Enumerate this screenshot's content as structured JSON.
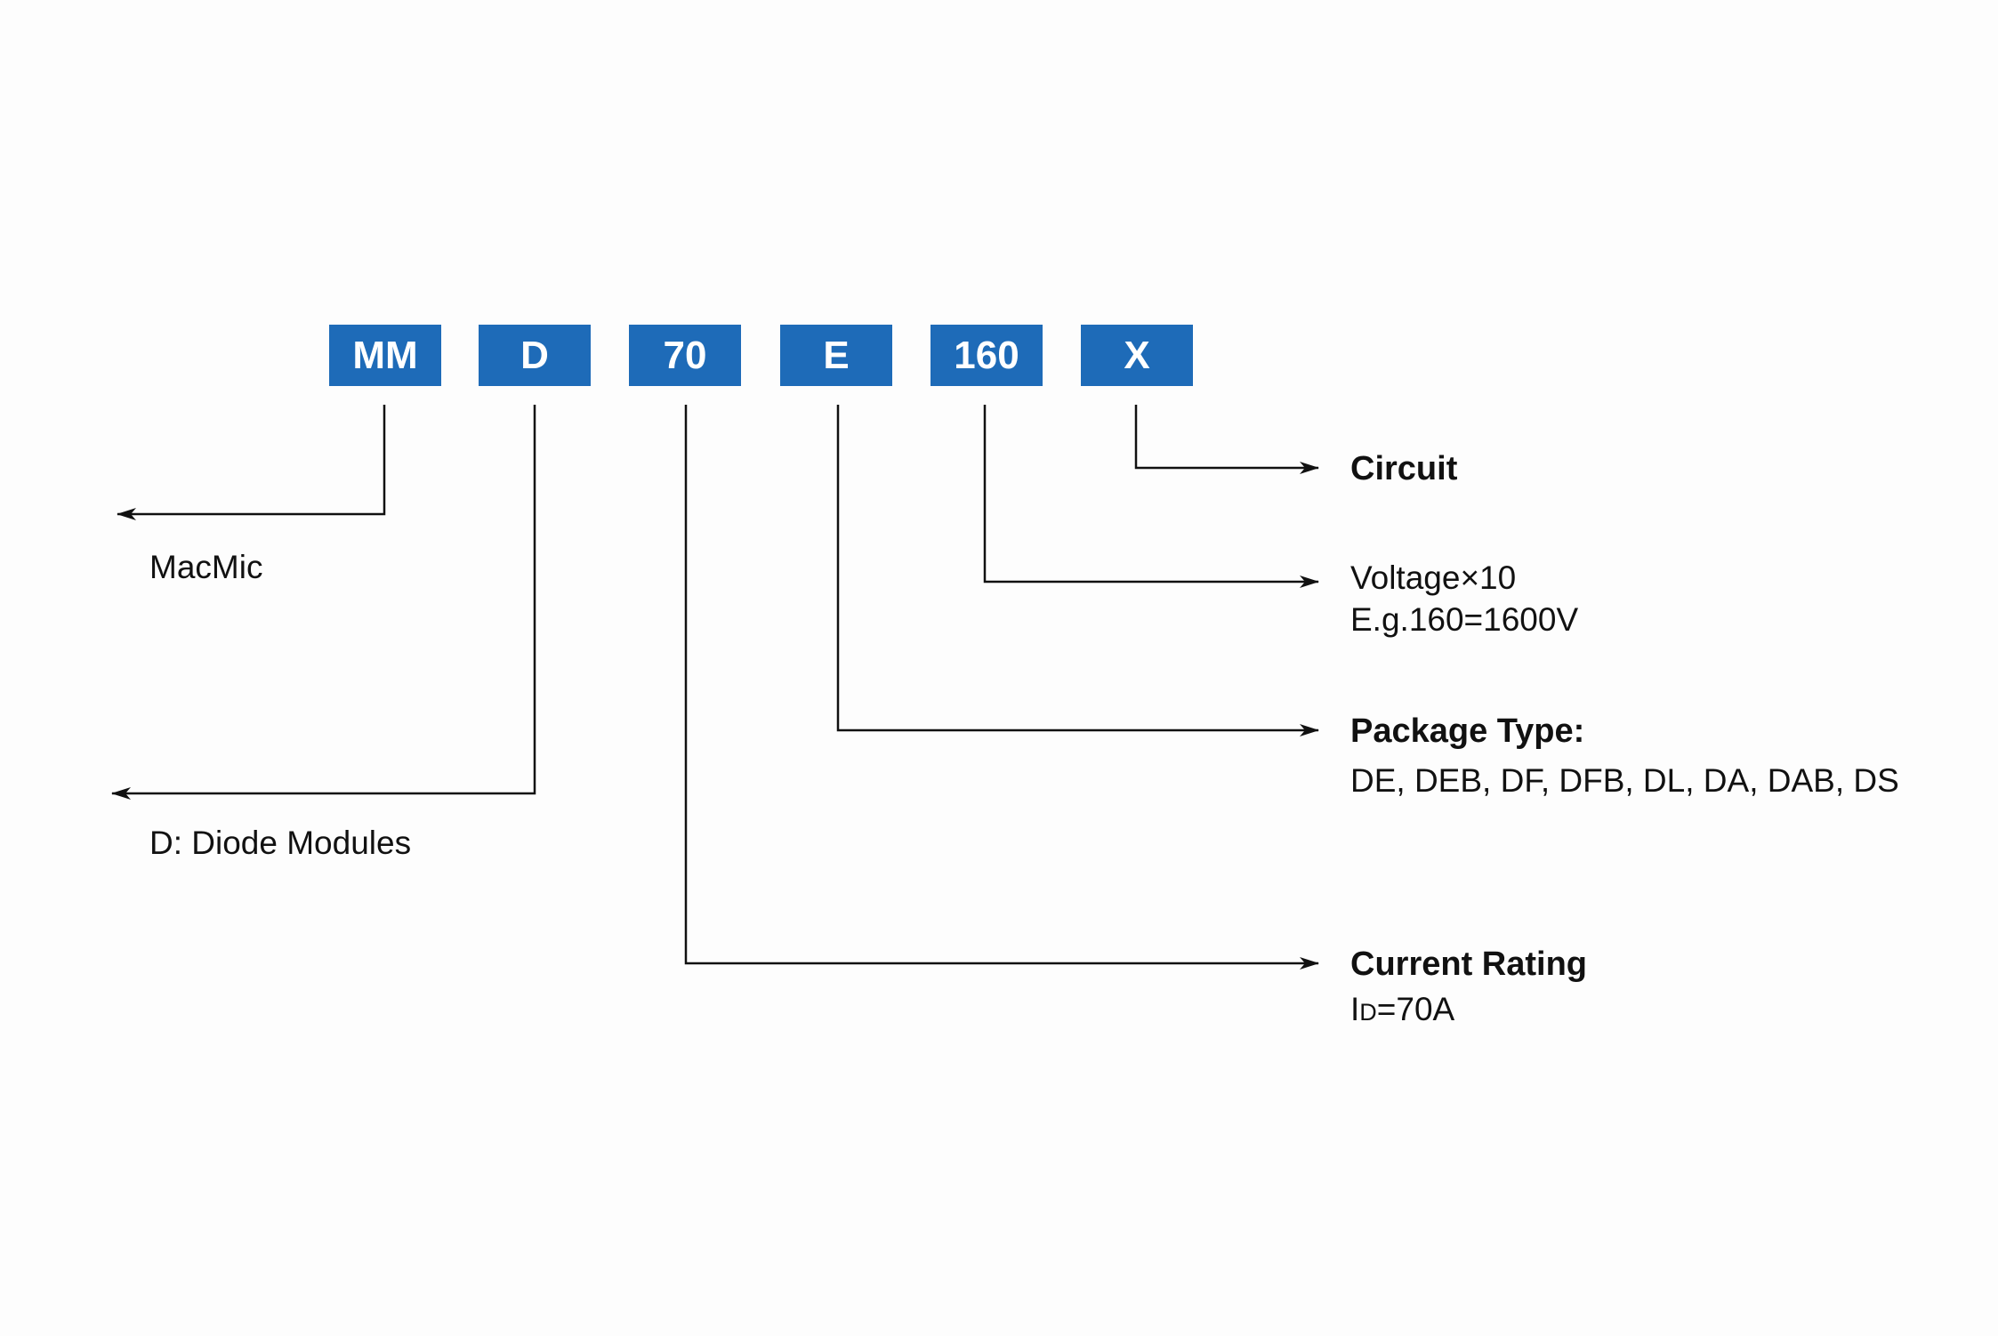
{
  "segments": [
    {
      "code": "MM"
    },
    {
      "code": "D"
    },
    {
      "code": "70"
    },
    {
      "code": "E"
    },
    {
      "code": "160"
    },
    {
      "code": "X"
    }
  ],
  "labels": {
    "macmic": "MacMic",
    "diode": "D: Diode Modules",
    "circuit": "Circuit",
    "voltage_line1": "Voltage×10",
    "voltage_line2": "E.g.160=1600V",
    "package_title": "Package Type:",
    "package_list": "DE, DEB, DF, DFB, DL, DA, DAB, DS",
    "current_title": "Current Rating",
    "current_symbol": "I",
    "current_subscript": "D",
    "current_value": "=70A"
  },
  "colors": {
    "box_fill": "#1e6bb8",
    "box_text": "#ffffff",
    "line": "#111111"
  }
}
